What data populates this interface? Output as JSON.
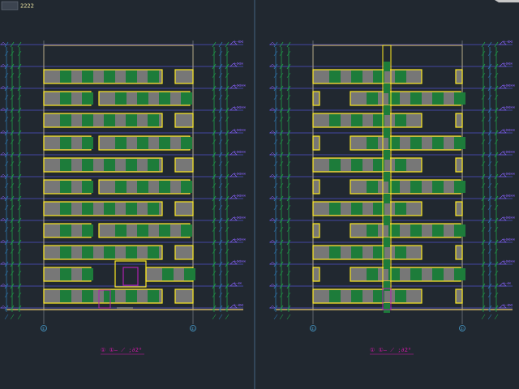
{
  "viewport": {
    "tab_label": "2222",
    "tab_badge_color": "#3c4450"
  },
  "colors": {
    "background": "#212830",
    "divider": "#3f5a74",
    "window_outline": "#ffea1f",
    "wall": "#cdb266",
    "glass": "#777777",
    "mullion": "#1d7c3a",
    "floor_line": "#5050c8",
    "dim_blue": "#2d76ac",
    "dim_green": "#1fa04a",
    "door_magenta": "#b020b0",
    "title_magenta": "#d018a8",
    "grid_circle": "#4aa0d0",
    "level_mark": "#8a63ff",
    "annotation": "#c8c8c8"
  },
  "drawings": [
    {
      "id": "left-elevation",
      "title_text": "① ①— ⟋ ;∂2⁰",
      "grid_labels": [
        "①",
        "①"
      ],
      "level_labels": [
        "⊢⊣⋈",
        "⊢⋈∞",
        "⊢⋈∞∞",
        "⊢⋈∞∞",
        "⊢⋈∞∞",
        "⊢⋈∞∞",
        "⊢⋈∞∞",
        "⊢⋈∞∞",
        "⊢⋈∞∞",
        "⊢⋈∞∞",
        "⊢⋈∞∞",
        "⊢⊣∞",
        "⊢⊣⋈"
      ]
    },
    {
      "id": "right-elevation",
      "title_text": "① ①— ⟋ ;∂2⁰",
      "grid_labels": [
        "①",
        "①"
      ],
      "level_labels": [
        "⊢⊣⋈",
        "⊢⋈∞",
        "⊢⋈∞∞",
        "⊢⋈∞∞",
        "⊢⋈∞∞",
        "⊢⋈∞∞",
        "⊢⋈∞∞",
        "⊢⋈∞∞",
        "⊢⋈∞∞",
        "⊢⋈∞∞",
        "⊢⋈∞∞",
        "⊢⊣∞",
        "⊢⊣⋈"
      ]
    }
  ]
}
